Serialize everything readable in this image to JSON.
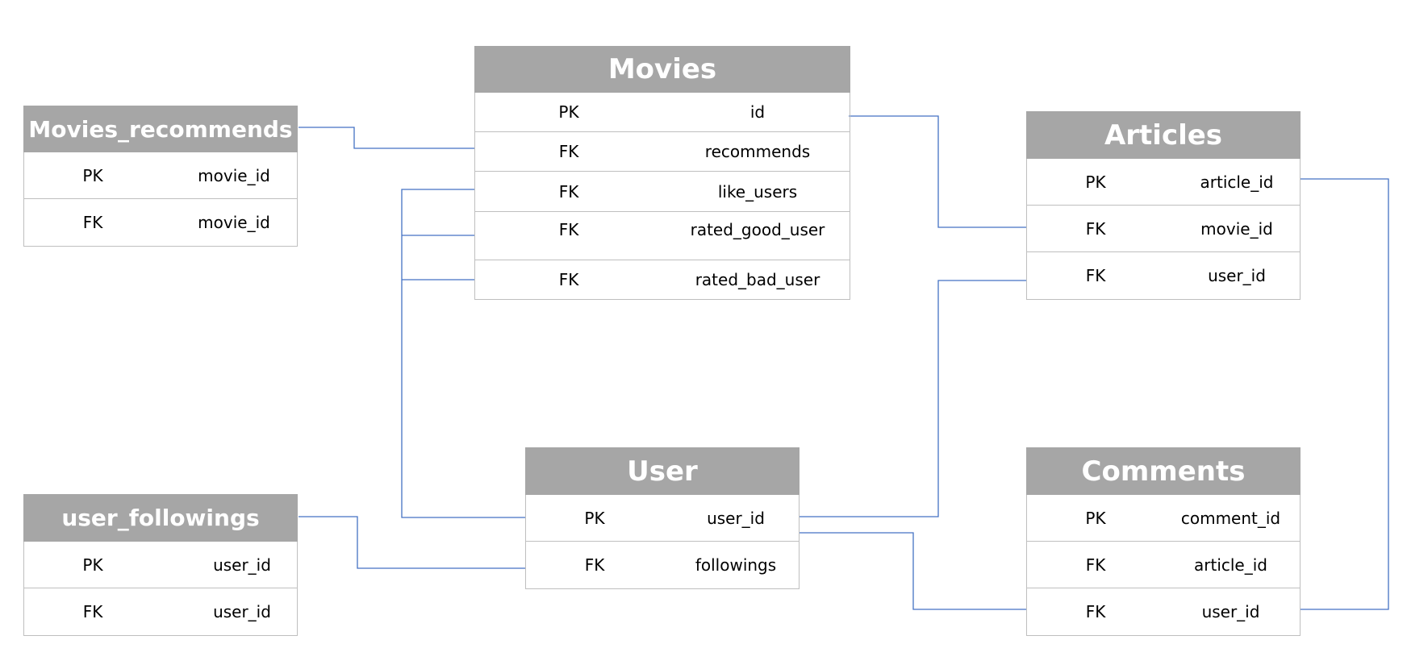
{
  "colors": {
    "header": "#a6a6a6",
    "line": "#4472c4",
    "border": "#bfbfbf"
  },
  "tables": {
    "movies_recommends": {
      "title": "Movies_recommends",
      "rows": [
        {
          "key": "PK",
          "field": "movie_id"
        },
        {
          "key": "FK",
          "field": "movie_id"
        }
      ]
    },
    "movies": {
      "title": "Movies",
      "rows": [
        {
          "key": "PK",
          "field": "id"
        },
        {
          "key": "FK",
          "field": "recommends"
        },
        {
          "key": "FK",
          "field": "like_users"
        },
        {
          "key": "FK",
          "field": "rated_good_user"
        },
        {
          "key": "FK",
          "field": "rated_bad_user"
        }
      ]
    },
    "articles": {
      "title": "Articles",
      "rows": [
        {
          "key": "PK",
          "field": "article_id"
        },
        {
          "key": "FK",
          "field": "movie_id"
        },
        {
          "key": "FK",
          "field": "user_id"
        }
      ]
    },
    "user": {
      "title": "User",
      "rows": [
        {
          "key": "PK",
          "field": "user_id"
        },
        {
          "key": "FK",
          "field": "followings"
        }
      ]
    },
    "user_followings": {
      "title": "user_followings",
      "rows": [
        {
          "key": "PK",
          "field": "user_id"
        },
        {
          "key": "FK",
          "field": "user_id"
        }
      ]
    },
    "comments": {
      "title": "Comments",
      "rows": [
        {
          "key": "PK",
          "field": "comment_id"
        },
        {
          "key": "FK",
          "field": "article_id"
        },
        {
          "key": "FK",
          "field": "user_id"
        }
      ]
    }
  }
}
